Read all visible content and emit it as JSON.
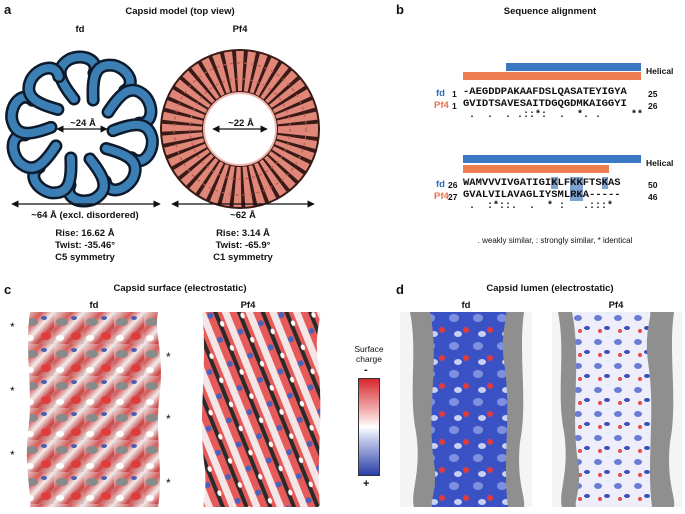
{
  "panel_a": {
    "label": "a",
    "title": "Capsid model (top view)",
    "fd": {
      "name": "fd",
      "inner": "~24 Å",
      "outer": "~64 Å (excl. disordered)",
      "rise": "Rise: 16.62 Å",
      "twist": "Twist: -35.46°",
      "symmetry": "C5 symmetry",
      "color": "#3b7fb5"
    },
    "pf4": {
      "name": "Pf4",
      "inner": "~22 Å",
      "outer": "~62 Å",
      "rise": "Rise: 3.14 Å",
      "twist": "Twist: -65.9°",
      "symmetry": "C1 symmetry",
      "color": "#e0877a"
    }
  },
  "panel_b": {
    "label": "b",
    "title": "Sequence alignment",
    "helical_label": "Helical",
    "fd_color": "#2a6fb5",
    "pf4_color": "#e8704a",
    "block1": {
      "fd": {
        "name": "fd",
        "start": "1",
        "pre": "-AEGDDPAKAAFDSLQASATEYIGYA",
        "end": "25"
      },
      "pf4": {
        "name": "Pf4",
        "start": "1",
        "pre": "GVIDTSAVESAITDGQGDMKAIGGYI",
        "end": "26"
      },
      "consensus": " .  .  . .::*:  .  *. .     **"
    },
    "block2": {
      "fd": {
        "name": "fd",
        "start": "26",
        "s1": "WAMVVVIVGATIGI",
        "h1": "K",
        "s2": "LF",
        "h2": "KK",
        "s3": "FTS",
        "h3": "K",
        "s4": "AS",
        "end": "50"
      },
      "pf4": {
        "name": "Pf4",
        "start": "27",
        "s1": "GVALVILAVAGLIYSML",
        "h1": "RK",
        "s2": "A-----",
        "end": "46"
      },
      "consensus": " .  :*::.  .  * :   .:::*"
    },
    "legend": ". weakly similar, : strongly similar, * identical"
  },
  "panel_c": {
    "label": "c",
    "title": "Capsid surface (electrostatic)",
    "left_name": "fd",
    "right_name": "Pf4",
    "star": "*",
    "charge_title_1": "Surface",
    "charge_title_2": "charge",
    "minus": "-",
    "plus": "+"
  },
  "panel_d": {
    "label": "d",
    "title": "Capsid lumen (electrostatic)",
    "left_name": "fd",
    "right_name": "Pf4"
  }
}
